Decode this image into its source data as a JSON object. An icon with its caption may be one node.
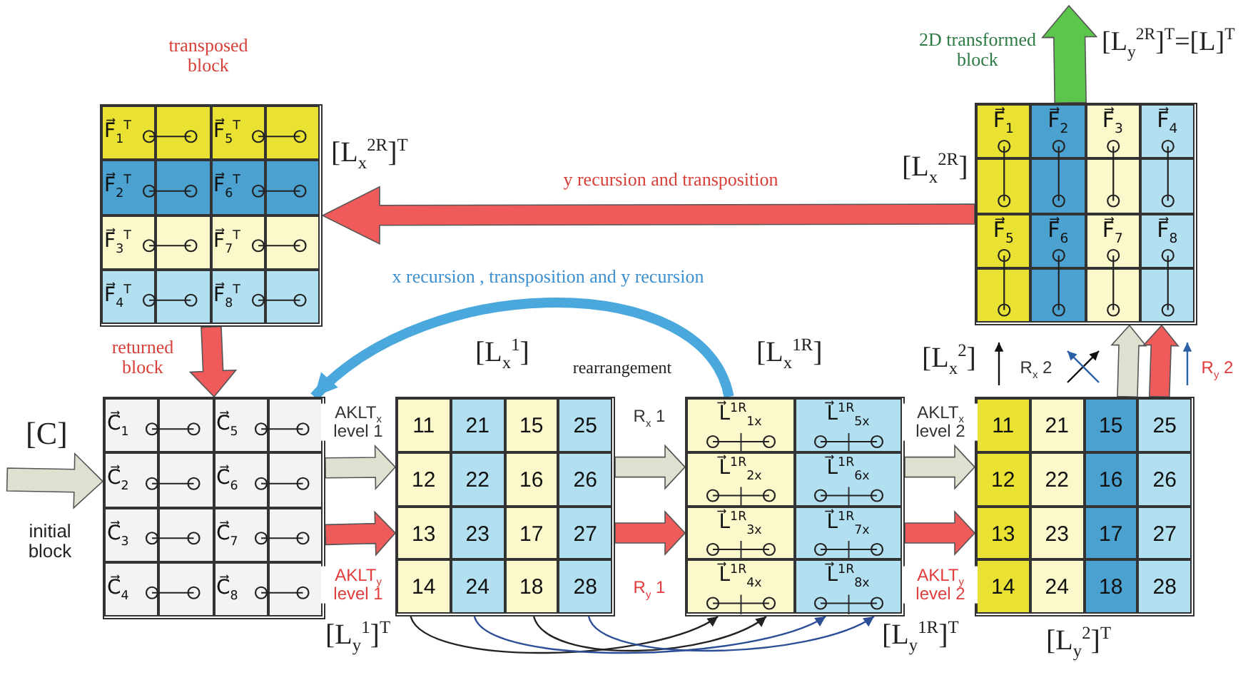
{
  "diagram": {
    "nodes": [
      {
        "text": [
          "F⃗$_{1}$$^{T}$",
          "F⃗$_{5}$$^{T}$",
          "F⃗$_{2}$$^{T}$",
          "F⃗$_{6}$$^{T}$",
          "F⃗$_{3}$$^{T}$",
          "F⃗$_{7}$$^{T}$",
          "F⃗$_{4}$$^{T}$",
          "F⃗$_{8}$$^{T}$"
        ],
        "beside": [
          "transposed block"
        ]
      },
      {
        "text": [
          "F⃗$_{1}$",
          "F⃗$_{2}$",
          "F⃗$_{3}$",
          "F⃗$_{4}$",
          "F⃗$_{5}$",
          "F⃗$_{6}$",
          "F⃗$_{7}$",
          "F⃗$_{8}$"
        ],
        "beside": [
          "2D transformed block"
        ]
      },
      {
        "text": [
          "C⃗$_{1}$",
          "C⃗$_{5}$",
          "C⃗$_{2}$",
          "C⃗$_{6}$",
          "C⃗$_{3}$",
          "C⃗$_{7}$",
          "C⃗$_{4}$",
          "C⃗$_{8}$"
        ]
      },
      {
        "text": [
          "11",
          "21",
          "15",
          "25",
          "12",
          "22",
          "16",
          "26",
          "13",
          "23",
          "17",
          "27",
          "14",
          "24",
          "18",
          "28"
        ]
      },
      {
        "text": [
          "L⃗$^{1R}$$_{1x}$",
          "L⃗$^{1R}$$_{5x}$",
          "L⃗$^{1R}$$_{2x}$",
          "L⃗$^{1R}$$_{6x}$",
          "L⃗$^{1R}$$_{3x}$",
          "L⃗$^{1R}$$_{7x}$",
          "L⃗$^{1R}$$_{4x}$",
          "L⃗$^{1R}$$_{8x}$"
        ]
      },
      {
        "text": [
          "11",
          "21",
          "15",
          "25",
          "12",
          "22",
          "16",
          "26",
          "13",
          "23",
          "17",
          "27",
          "14",
          "24",
          "18",
          "28"
        ]
      }
    ],
    "edges": [
      {
        "from": 1,
        "to": 0,
        "arrow": "to",
        "label": "y recursion and transposition",
        "style": "thick",
        "color": "#ef5a5a"
      },
      {
        "from": 4,
        "to": 2,
        "arrow": "to",
        "label": "x recursion , transposition and y recursion",
        "style": "thick",
        "color": "#4aa8dc"
      },
      {
        "from": 0,
        "to": 2,
        "arrow": "to",
        "label": "returned block",
        "style": "thick",
        "color": "#ef5a5a"
      },
      {
        "from": null,
        "to": 2,
        "arrow": "to",
        "style": "thick",
        "color": "#dde1cf"
      },
      {
        "from": 2,
        "to": 3,
        "arrow": "to",
        "label": "AKLT$_{x}$ level 1",
        "style": "thick",
        "color": "#dde1cf"
      },
      {
        "from": 2,
        "to": 3,
        "arrow": "to",
        "label": "AKLT$_{y}$ level 1",
        "style": "thick",
        "color": "#ef5a5a"
      },
      {
        "from": 3,
        "to": 4,
        "arrow": "to",
        "label": "R$_{x}$ 1",
        "style": "thick",
        "color": "#dde1cf"
      },
      {
        "from": 3,
        "to": 4,
        "arrow": "to",
        "label": "R$_{y}$ 1",
        "style": "thick",
        "color": "#ef5a5a"
      },
      {
        "from": 4,
        "to": 5,
        "arrow": "to",
        "label": "AKLT$_{x}$ level 2",
        "style": "thick",
        "color": "#dde1cf"
      },
      {
        "from": 4,
        "to": 5,
        "arrow": "to",
        "label": "AKLT$_{y}$ level 2",
        "style": "thick",
        "color": "#ef5a5a"
      },
      {
        "from": 5,
        "to": 1,
        "arrow": "to",
        "label": "R$_{x}$ 2",
        "style": "thick",
        "color": "#dde1cf"
      },
      {
        "from": 5,
        "to": 1,
        "arrow": "to",
        "label": "R$_{y}$ 2",
        "style": "thick",
        "color": "#ef5a5a"
      },
      {
        "from": 1,
        "to": null,
        "arrow": "to",
        "style": "thick",
        "color": "#5cc54c"
      },
      {
        "from": 3,
        "to": 4,
        "arrow": "to"
      },
      {
        "from": 3,
        "to": 4,
        "arrow": "to",
        "color": "#2b4e96"
      },
      {
        "from": 3,
        "to": 4,
        "arrow": "to"
      },
      {
        "from": 3,
        "to": 4,
        "arrow": "to",
        "color": "#2b4e96"
      }
    ],
    "labels": [
      "[L$_{x}$$^{2R}$]$^{T}$",
      "[L$_{x}$$^{2R}$]",
      "[L$_{y}$$^{2R}$]$^{T}$=[L]$^{T}$",
      "[L$_{x}$$^{1}$]",
      "rearrangement",
      "[L$_{x}$$^{1R}$]",
      "[L$_{x}$$^{2}$]",
      "[C]",
      "initial block",
      "[L$_{y}$$^{1}$]$^{T}$",
      "[L$_{y}$$^{1R}$]$^{T}$",
      "[L$_{y}$$^{2}$]$^{T}$"
    ]
  }
}
